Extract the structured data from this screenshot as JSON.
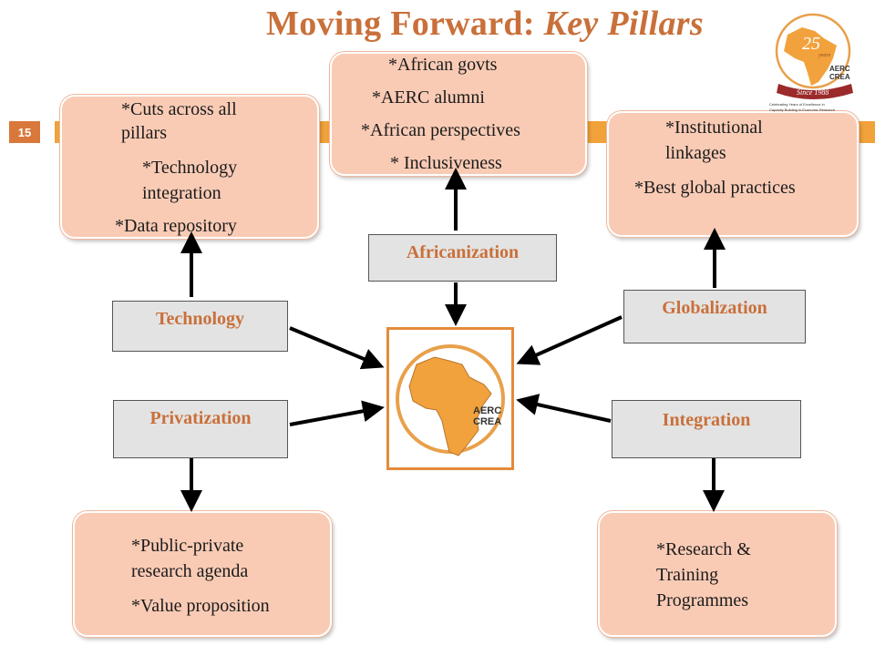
{
  "slide": {
    "number": "15",
    "title_prefix": "Moving Forward: ",
    "title_italic": "Key Pillars"
  },
  "pillars": {
    "technology": "Technology",
    "africanization": "Africanization",
    "globalization": "Globalization",
    "privatization": "Privatization",
    "integration": "Integration"
  },
  "notes": {
    "technology": [
      "*Cuts across all",
      "pillars",
      "*Technology",
      "integration",
      "*Data repository"
    ],
    "africanization": [
      "*African govts",
      "*AERC alumni",
      "*African perspectives",
      "* Inclusiveness"
    ],
    "globalization": [
      "*Institutional",
      "linkages",
      "*Best global practices"
    ],
    "privatization": [
      "*Public-private",
      "research agenda",
      "*Value proposition"
    ],
    "integration": [
      "*Research &",
      "Training",
      "Programmes"
    ]
  },
  "logo": {
    "center_text": [
      "AERC",
      "CREA"
    ],
    "corner_number": "25",
    "corner_years": "years",
    "corner_text": [
      "AERC",
      "CREA"
    ],
    "corner_ribbon": "Since 1988",
    "corner_tagline": [
      "Celebrating Years of Excellence in",
      "Capacity Building in Economic Research"
    ]
  },
  "colors": {
    "title": "#c9703a",
    "band": "#f1a23a",
    "note_fill": "#f9cbb5",
    "label_fill": "#e3e3e3",
    "label_text": "#c9703a",
    "africa": "#f2a23c"
  }
}
